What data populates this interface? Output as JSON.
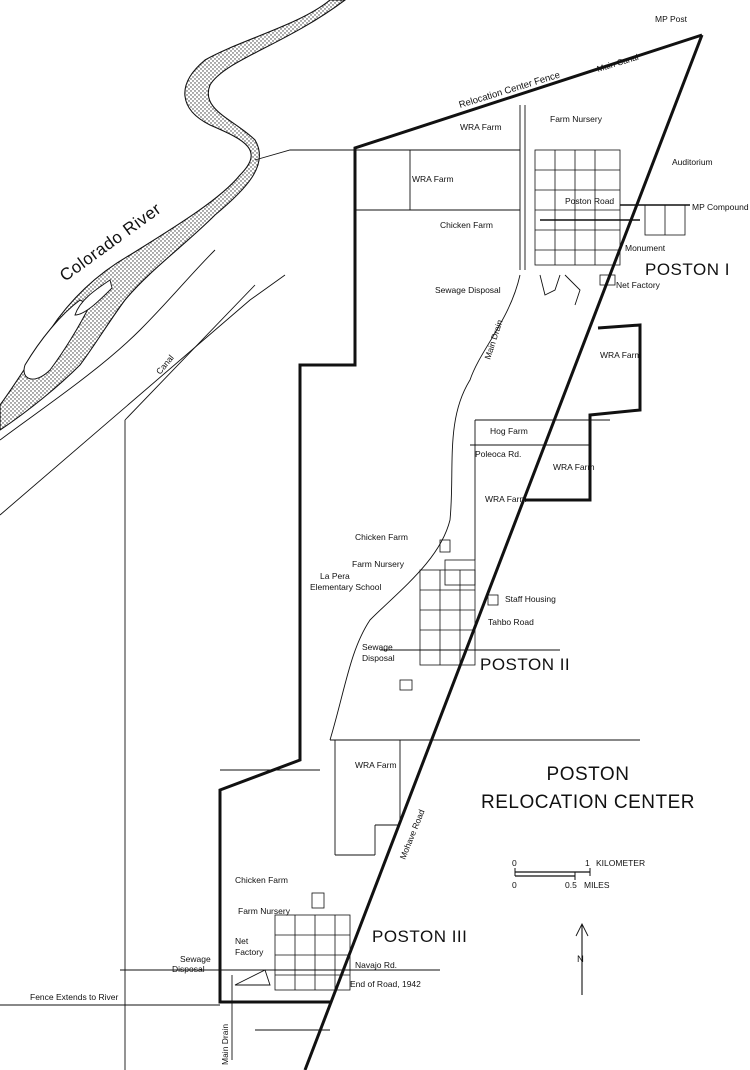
{
  "title_line1": "POSTON",
  "title_line2": "RELOCATION CENTER",
  "camps": {
    "poston1": "POSTON I",
    "poston2": "POSTON II",
    "poston3": "POSTON III"
  },
  "labels": {
    "mp_post": "MP Post",
    "fence": "Relocation Center Fence",
    "main_canal": "Main Canal",
    "colorado_river": "Colorado River",
    "canal": "Canal",
    "wra_farm_1": "WRA Farm",
    "wra_farm_2": "WRA Farm",
    "wra_farm_3": "WRA Farm",
    "wra_farm_4": "WRA Farm",
    "wra_farm_5": "WRA Farm",
    "wra_farm_6": "WRA Farm",
    "farm_nursery_1": "Farm Nursery",
    "auditorium": "Auditorium",
    "poston_road": "Poston Road",
    "mp_compound": "MP Compound",
    "chicken_farm_1": "Chicken Farm",
    "monument": "Monument",
    "sewage_disposal_1": "Sewage Disposal",
    "net_factory_1": "Net Factory",
    "main_drain_1": "Main Drain",
    "hog_farm": "Hog Farm",
    "poleoca_rd": "Poleoca Rd.",
    "chicken_farm_2": "Chicken Farm",
    "farm_nursery_2": "Farm Nursery",
    "la_pera": "La Pera",
    "elementary_school": "Elementary School",
    "staff_housing": "Staff Housing",
    "tahbo_road": "Tahbo Road",
    "sewage_1": "Sewage",
    "disposal_1": "Disposal",
    "mohave_road": "Mohave Road",
    "chicken_farm_3": "Chicken Farm",
    "farm_nursery_3": "Farm Nursery",
    "net_1": "Net",
    "factory_1": "Factory",
    "sewage_2": "Sewage",
    "disposal_2": "Disposal",
    "navajo_rd": "Navajo Rd.",
    "end_of_road": "End of Road, 1942",
    "fence_extends": "Fence Extends to River",
    "main_drain_2": "Main Drain"
  },
  "scale": {
    "km_zero": "0",
    "km_one": "1",
    "km_unit": "KILOMETER",
    "mi_zero": "0",
    "mi_half": "0.5",
    "mi_unit": "MILES"
  },
  "north": "N"
}
